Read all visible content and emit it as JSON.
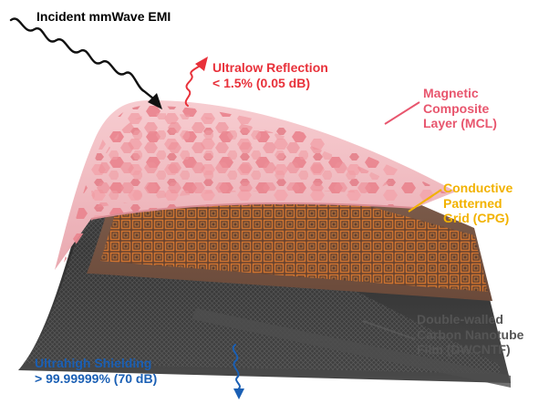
{
  "incident_label": "Incident mmWave EMI",
  "reflection": {
    "line1": "Ultralow Reflection",
    "line2": "< 1.5% (0.05 dB)"
  },
  "mcl": {
    "line1": "Magnetic",
    "line2": "Composite",
    "line3": "Layer (MCL)"
  },
  "cpg": {
    "line1": "Conductive",
    "line2": "Patterned",
    "line3": "Grid (CPG)"
  },
  "dwcntf": {
    "line1": "Double-walled",
    "line2": "Carbon Nanotube",
    "line3": "Film (DWCNTF)"
  },
  "shielding": {
    "line1": "Ultrahigh Shielding",
    "line2": "> 99.99999% (70 dB)"
  },
  "colors": {
    "incident_text": "#000000",
    "reflection": "#e8313a",
    "mcl": "#e8566e",
    "cpg": "#f2b200",
    "dwcntf": "#555555",
    "shielding": "#1a5fb4",
    "pink_layer": "#f2b8bd",
    "grid_copper": "#c86a2a",
    "cnt_film": "#3a3a3a"
  }
}
